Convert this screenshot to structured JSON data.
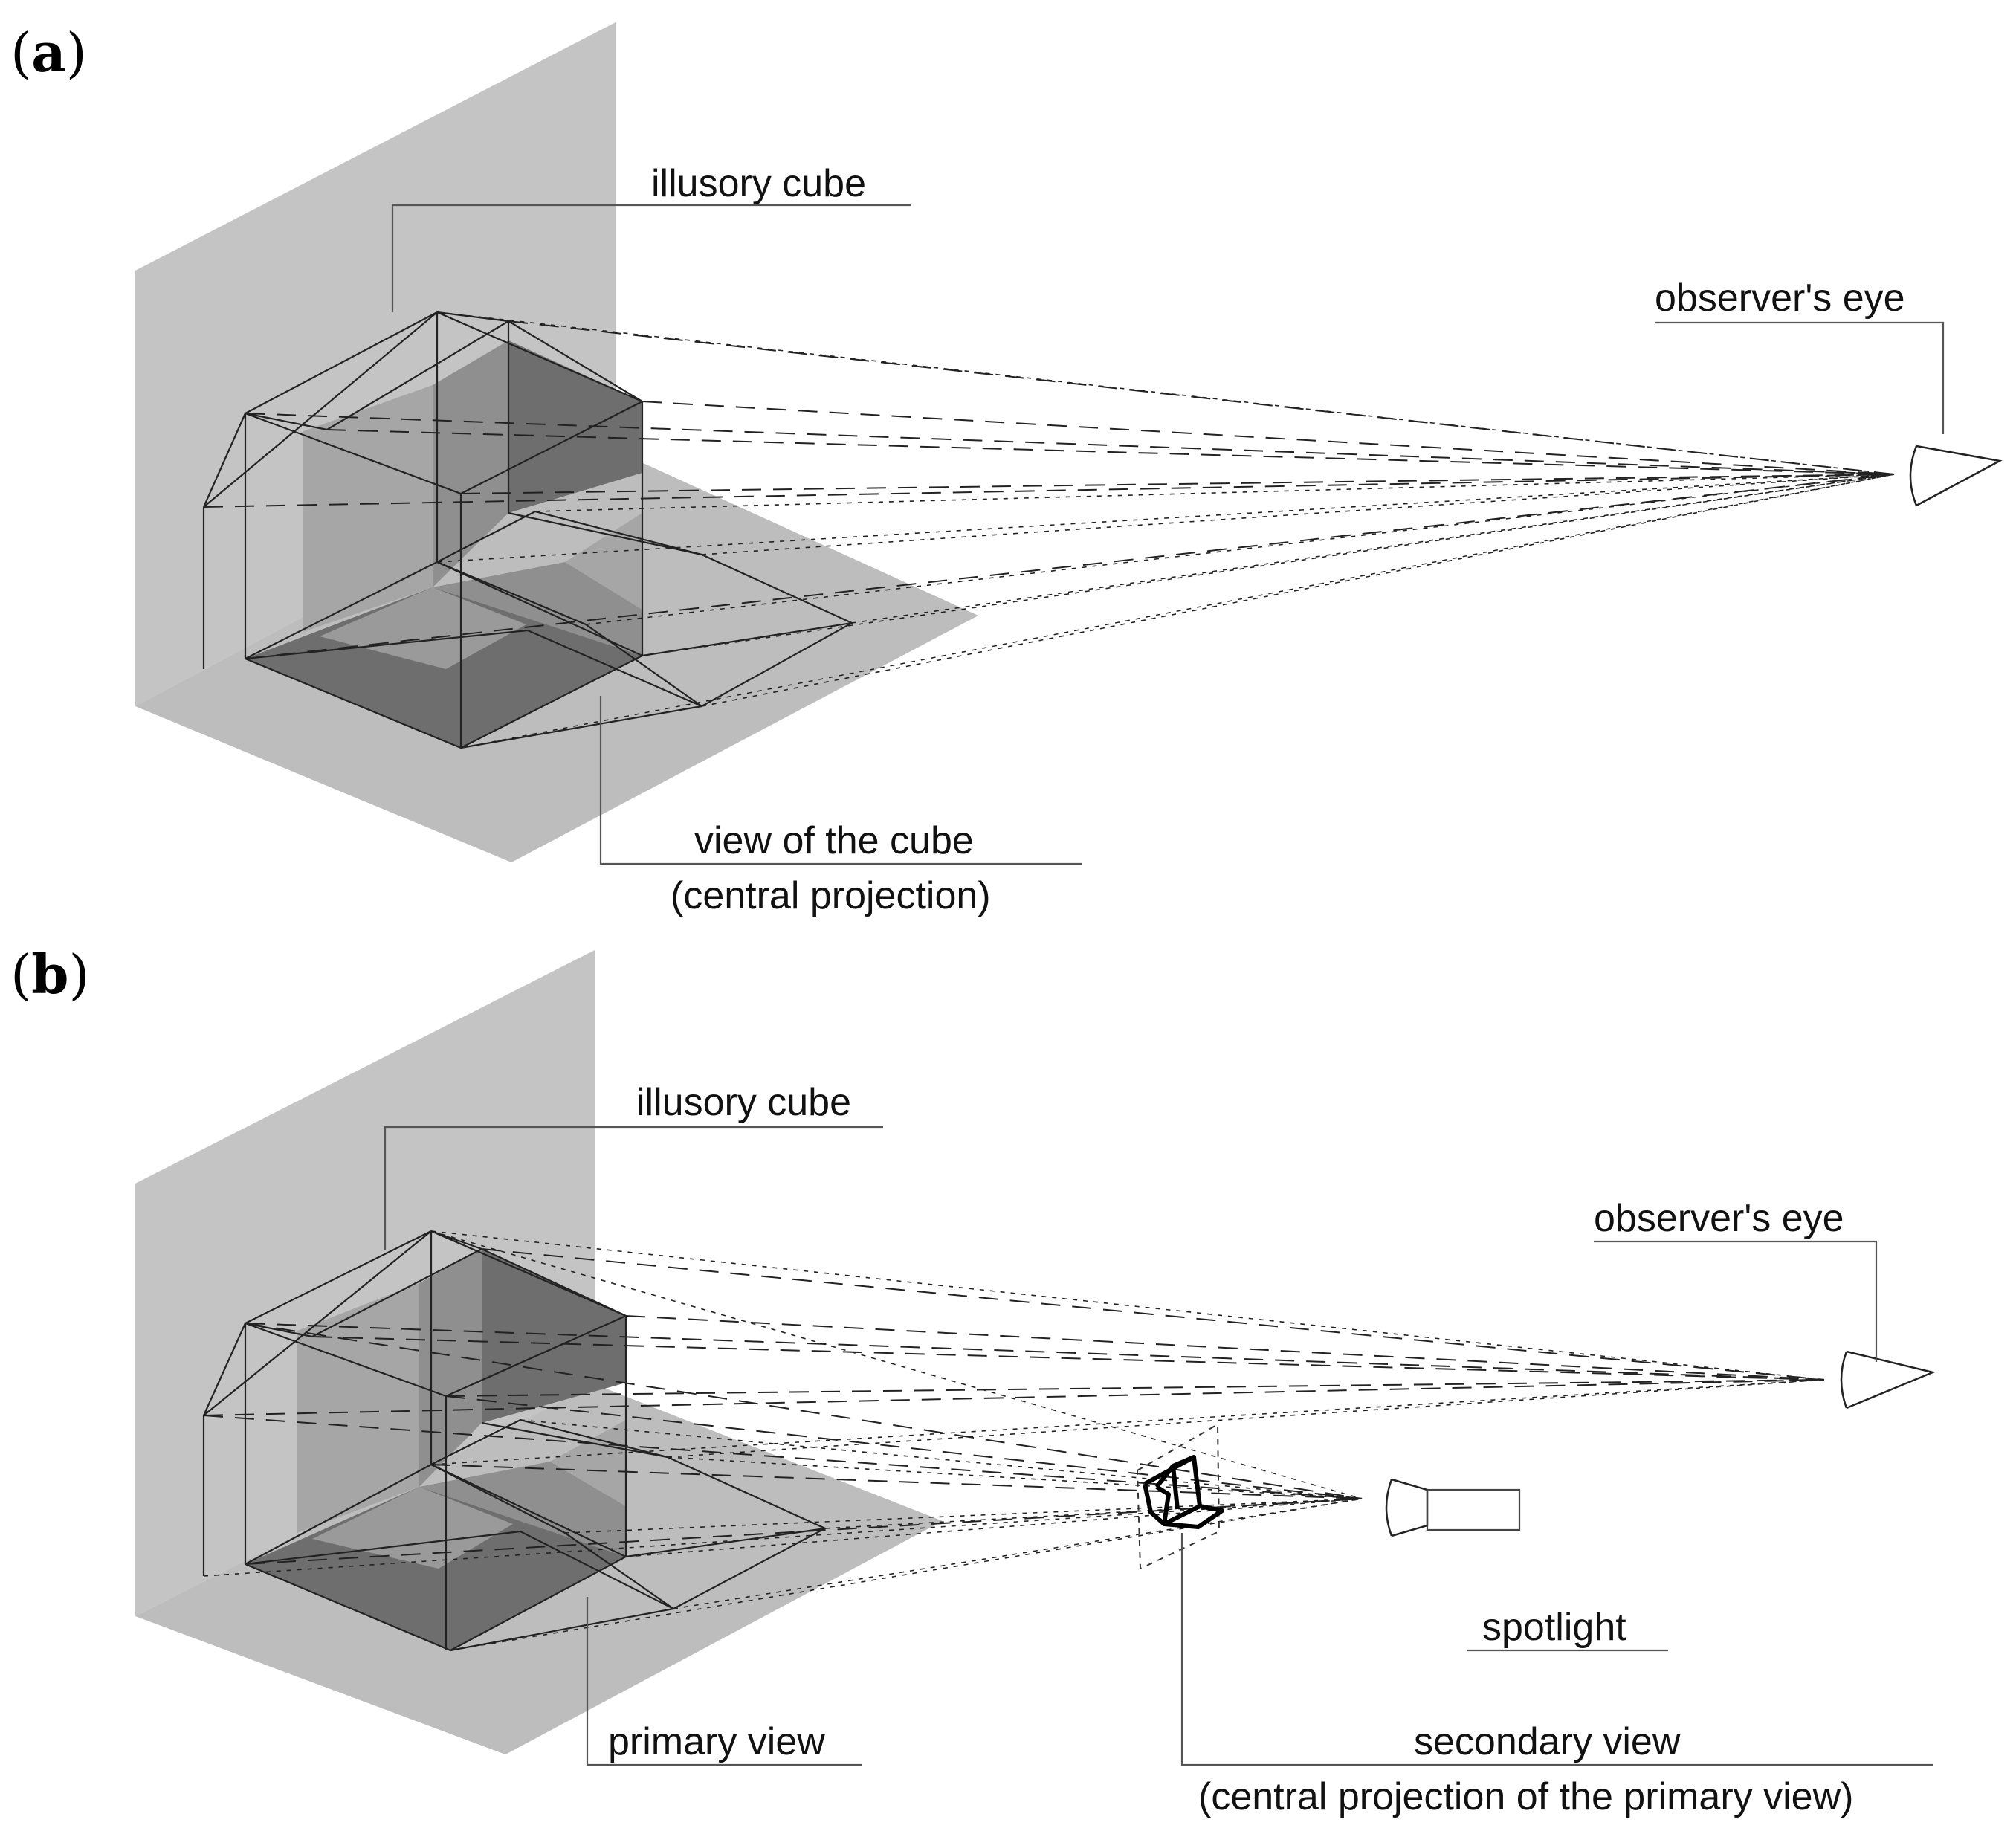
{
  "panels": [
    {
      "label_open": "(",
      "label_letter": "a",
      "label_close": ")",
      "callouts": {
        "illusory_cube": "illusory cube",
        "observers_eye": "observer's eye",
        "view_line1": "view of the cube",
        "view_line2": "(central projection)"
      }
    },
    {
      "label_open": "(",
      "label_letter": "b",
      "label_close": ")",
      "callouts": {
        "illusory_cube": "illusory cube",
        "observers_eye": "observer's eye",
        "spotlight": "spotlight",
        "primary_view": "primary view",
        "secondary_line1": "secondary view",
        "secondary_line2": "(central projection of the primary view)"
      }
    }
  ],
  "colors": {
    "wall": "#c4c4c4",
    "floor": "#bdbdbd",
    "shadow_dark": "#6e6e6e",
    "shadow_mid": "#8f8f8f",
    "shadow_light": "#a6a6a6",
    "line": "#222222"
  }
}
